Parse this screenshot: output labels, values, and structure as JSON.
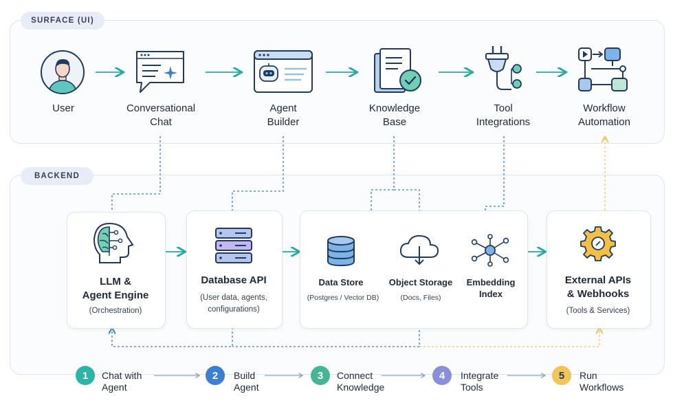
{
  "surface": {
    "tag": "SURFACE (UI)",
    "items": [
      {
        "name": "user",
        "label": "User"
      },
      {
        "name": "conversational-chat",
        "label": "Conversational\nChat"
      },
      {
        "name": "agent-builder",
        "label": "Agent\nBuilder"
      },
      {
        "name": "knowledge-base",
        "label": "Knowledge\nBase"
      },
      {
        "name": "tool-integrations",
        "label": "Tool\nIntegrations"
      },
      {
        "name": "workflow-automation",
        "label": "Workflow\nAutomation"
      }
    ]
  },
  "backend": {
    "tag": "BACKEND",
    "llm": {
      "title": "LLM &\nAgent Engine",
      "sub": "(Orchestration)"
    },
    "db_api": {
      "title": "Database API",
      "sub": "(User data, agents,\nconfigurations)"
    },
    "storage": {
      "data_store": {
        "title": "Data Store",
        "sub": "(Postgres / Vector DB)"
      },
      "object_storage": {
        "title": "Object Storage",
        "sub": "(Docs, Files)"
      },
      "embedding": {
        "title": "Embedding\nIndex"
      }
    },
    "external": {
      "title": "External APIs\n& Webhooks",
      "sub": "(Tools & Services)"
    }
  },
  "steps": [
    {
      "num": "1",
      "label": "Chat with\nAgent",
      "color": "#2bb5a6"
    },
    {
      "num": "2",
      "label": "Build\nAgent",
      "color": "#3b7fd4"
    },
    {
      "num": "3",
      "label": "Connect\nKnowledge",
      "color": "#45b596"
    },
    {
      "num": "4",
      "label": "Integrate\nTools",
      "color": "#8a8fdc"
    },
    {
      "num": "5",
      "label": "Run\nWorkflows",
      "color": "#f3c45a"
    }
  ],
  "colors": {
    "teal": "#2aa9a3",
    "blue_dash": "#3b82c4",
    "gold_dash": "#f3c45a",
    "navy": "#1f3a5f"
  }
}
